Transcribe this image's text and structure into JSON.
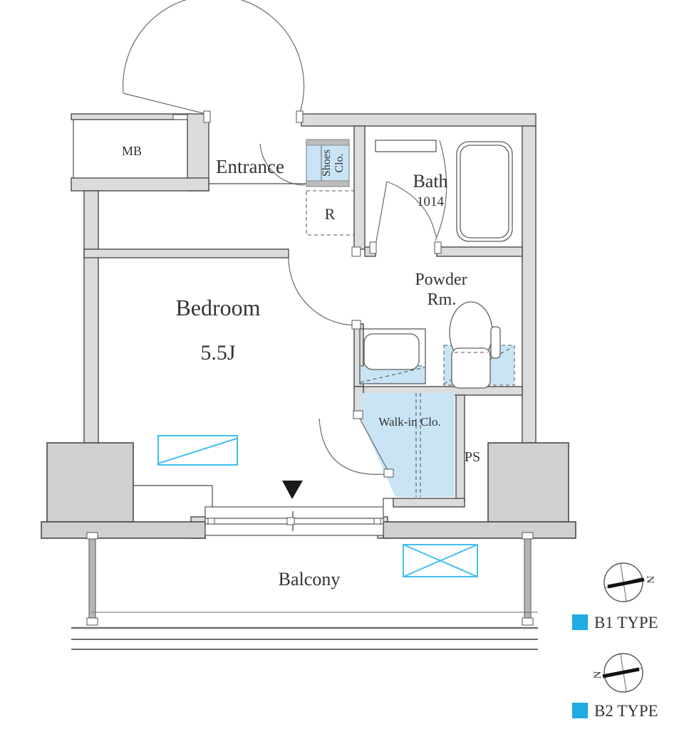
{
  "plan": {
    "labels": {
      "mb": "MB",
      "entrance": "Entrance",
      "shoes_line1": "Shoes",
      "shoes_line2": "Clo.",
      "refrigerator": "R",
      "bath": "Bath",
      "bath_size": "1014",
      "powder_line1": "Powder",
      "powder_line2": "Rm.",
      "bedroom": "Bedroom",
      "bedroom_size": "5.5J",
      "walkin": "Walk-in Clo.",
      "ps": "PS",
      "balcony": "Balcony"
    },
    "colors": {
      "wall_fill": "#dcdcdc",
      "highlight_fill": "#c8e4f5",
      "plan_accent": "#41bfee",
      "legend_accent": "#1fabe3",
      "line": "#4a4a4a",
      "text": "#333333"
    },
    "legend": {
      "compass_letter": "N",
      "items": [
        {
          "label": "B1 TYPE"
        },
        {
          "label": "B2 TYPE"
        }
      ]
    }
  }
}
